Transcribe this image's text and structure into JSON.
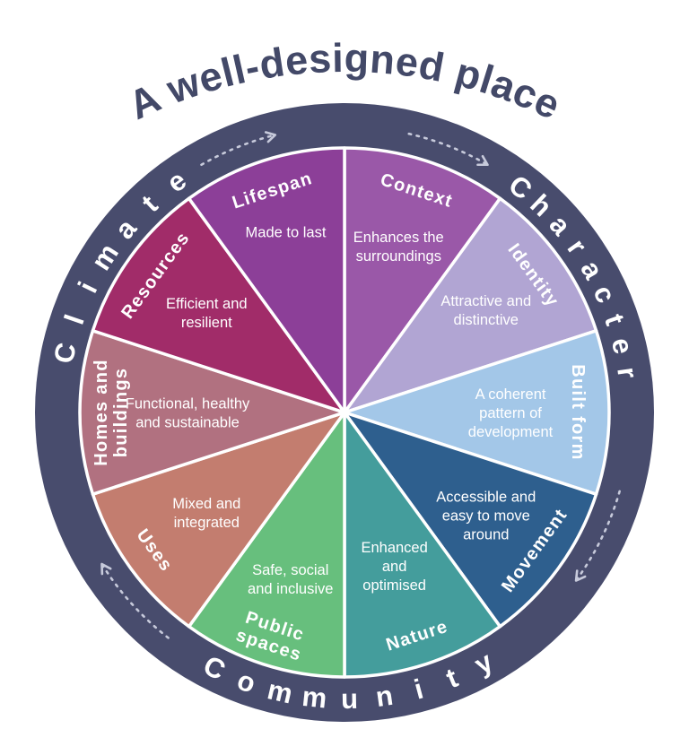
{
  "title": "A well-designed place",
  "title_color": "#434968",
  "outer_ring": {
    "color": "#484C6D",
    "label_color": "#FFFFFF",
    "arrow_color": "#C7CADB",
    "labels": [
      {
        "text": "Character",
        "start_deg": 38,
        "step_deg": 5.5
      },
      {
        "text": "Community",
        "start_deg": 207,
        "step_deg": -7.0
      },
      {
        "text": "Climate",
        "start_deg": 282,
        "step_deg": 7.0
      }
    ],
    "arrows": [
      {
        "from_deg": 330,
        "to_deg": 346,
        "direction": "clockwise"
      },
      {
        "from_deg": 13,
        "to_deg": 30,
        "direction": "clockwise"
      },
      {
        "from_deg": 106,
        "to_deg": 126,
        "direction": "clockwise"
      },
      {
        "from_deg": 218,
        "to_deg": 238,
        "direction": "clockwise"
      }
    ]
  },
  "segments": [
    {
      "name": "Context",
      "name_lines": [
        "Context"
      ],
      "description_lines": [
        "Enhances the",
        "surroundings"
      ],
      "color": "#9A58A8"
    },
    {
      "name": "Identity",
      "name_lines": [
        "Identity"
      ],
      "description_lines": [
        "Attractive and",
        "distinctive"
      ],
      "color": "#B1A5D3"
    },
    {
      "name": "Built form",
      "name_lines": [
        "Built form"
      ],
      "description_lines": [
        "A coherent",
        "pattern of",
        "development"
      ],
      "color": "#A3C7E8"
    },
    {
      "name": "Movement",
      "name_lines": [
        "Movement"
      ],
      "description_lines": [
        "Accessible and",
        "easy to move",
        "around"
      ],
      "color": "#2E5F8E"
    },
    {
      "name": "Nature",
      "name_lines": [
        "Nature"
      ],
      "description_lines": [
        "Enhanced",
        "and",
        "optimised"
      ],
      "color": "#449D9C"
    },
    {
      "name": "Public spaces",
      "name_lines": [
        "Public",
        "spaces"
      ],
      "description_lines": [
        "Safe, social",
        "and inclusive"
      ],
      "color": "#67BF7D"
    },
    {
      "name": "Uses",
      "name_lines": [
        "Uses"
      ],
      "description_lines": [
        "Mixed and",
        "integrated"
      ],
      "color": "#C37D6F"
    },
    {
      "name": "Homes and buildings",
      "name_lines": [
        "Homes and",
        "buildings"
      ],
      "description_lines": [
        "Functional, healthy",
        "and sustainable"
      ],
      "color": "#B17180"
    },
    {
      "name": "Resources",
      "name_lines": [
        "Resources"
      ],
      "description_lines": [
        "Efficient and",
        "resilient"
      ],
      "color": "#A12C69"
    },
    {
      "name": "Lifespan",
      "name_lines": [
        "Lifespan"
      ],
      "description_lines": [
        "Made to last"
      ],
      "color": "#8C3F98"
    }
  ]
}
